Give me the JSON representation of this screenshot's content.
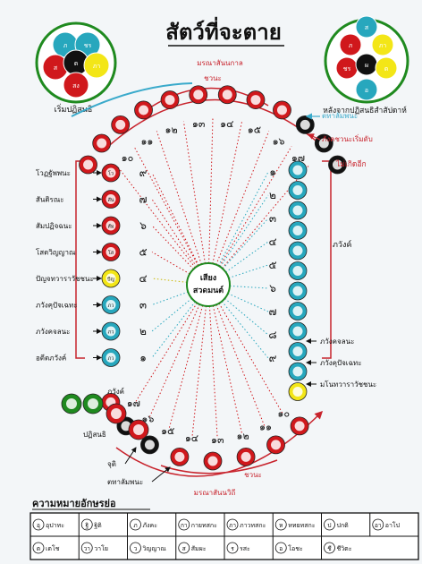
{
  "title": "สัตว์ที่จะตาย",
  "center_label": {
    "line1": "เสียง",
    "line2": "สวดมนต์"
  },
  "left_cluster_label": "เริ่มปฏิสนธิ",
  "right_cluster_label": "หลังจากปฏิสนธิสำสัปดาห์",
  "left_cluster_circles": [
    "ภ",
    "ชร",
    "ส",
    "ต",
    "ภา",
    "สง"
  ],
  "right_cluster_circles": [
    "ส",
    "ภ",
    "ภา",
    "ชร",
    "ผ",
    "ต",
    "อ"
  ],
  "top_arc_labels": {
    "outer": "มรณาสันนกาล",
    "inner": "ชวนะ"
  },
  "bottom_arc_labels": {
    "outer": "มรณาสันนวิถี",
    "inner": "ชวนะ"
  },
  "top_numbers": [
    "๑๐",
    "๑๑",
    "๑๒",
    "๑๓",
    "๑๔",
    "๑๕",
    "๑๖",
    "๑๗"
  ],
  "bottom_numbers": [
    "๑๗",
    "๑๖",
    "๑๕",
    "๑๔",
    "๑๓",
    "๑๒",
    "๑๑",
    "๑๐"
  ],
  "left_column": {
    "labels": [
      "โวฏฐัพพนะ",
      "สันติรณะ",
      "สัมปฏิจฉนะ",
      "โสตวิญญาณ",
      "ปัญจทวาราวัชชนะ",
      "ภวังคุปัจเฉทะ",
      "ภวังคจลนะ",
      "อตีตภวังค์"
    ],
    "numbers": [
      "๙",
      "๗",
      "๖",
      "๕",
      "๔",
      "๓",
      "๒",
      "๑"
    ],
    "beads": [
      "โว",
      "สัน",
      "สัม",
      "โส",
      "ปัญ",
      "ภว",
      "ภว",
      "ภว"
    ]
  },
  "right_column": {
    "top_labels": [
      "ตทาลัมพนะ",
      "ภังคชวนะเริ่มดับ",
      "ไม่เกิดอีก"
    ],
    "side_label": "ภวังค์",
    "bottom_labels": [
      "ภวังคจลนะ",
      "ภวังคุปัจเฉทะ",
      "มโนทวาราวัชชนะ"
    ],
    "numbers": [
      "๑",
      "๒",
      "๓",
      "๔",
      "๕",
      "๖",
      "๗",
      "๘",
      "๙"
    ]
  },
  "bottom_left_labels": {
    "bhavanga": "ภวังค์",
    "patisandhi": "ปฏิสนธิ",
    "cuti": "จุติ",
    "tadalambana": "ตทาลัมพนะ"
  },
  "legend": {
    "title": "ความหมายอักษรย่อ",
    "rows": [
      [
        {
          "abbr": "อุ",
          "text": "อุปาทะ"
        },
        {
          "abbr": "ฐิ",
          "text": "ฐิติ"
        },
        {
          "abbr": "ภ",
          "text": "ภังคะ"
        },
        {
          "abbr": "กา",
          "text": "กายทสกะ"
        },
        {
          "abbr": "ภา",
          "text": "ภาวทสกะ"
        },
        {
          "abbr": "ห",
          "text": "หทยทสกะ"
        },
        {
          "abbr": "ป",
          "text": "ปกติ"
        },
        {
          "abbr": "อา",
          "text": "อาโป"
        }
      ],
      [
        {
          "abbr": "ต",
          "text": "เตโช"
        },
        {
          "abbr": "วา",
          "text": "วาโย"
        },
        {
          "abbr": "ว",
          "text": "วิญญาณ"
        },
        {
          "abbr": "ส",
          "text": "สัมผะ"
        },
        {
          "abbr": "ร",
          "text": "รสะ"
        },
        {
          "abbr": "อ",
          "text": "โอชะ"
        },
        {
          "abbr": "ชี",
          "text": "ชีวิตะ"
        }
      ]
    ]
  },
  "colors": {
    "red": "#d0181c",
    "black": "#111111",
    "teal": "#27a7bd",
    "yellow": "#f3e617",
    "green": "#1f8a1f",
    "arc_red": "#c8232c",
    "arc_teal": "#3aaacb"
  }
}
